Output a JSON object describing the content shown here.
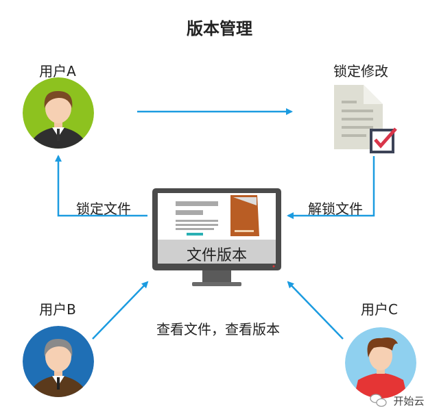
{
  "title": "版本管理",
  "colors": {
    "arrow": "#1b9be0",
    "userA": "#8dc21f",
    "userB": "#1f6fb5",
    "userC": "#8fd0ef"
  },
  "users": {
    "a": "用户A",
    "b": "用户B",
    "c": "用户C"
  },
  "steps": {
    "lock_edit": "锁定修改",
    "unlock_file": "解锁文件",
    "lock_file": "锁定文件",
    "view": "查看文件，查看版本"
  },
  "monitor": {
    "label": "文件版本"
  },
  "watermark": "开始云"
}
